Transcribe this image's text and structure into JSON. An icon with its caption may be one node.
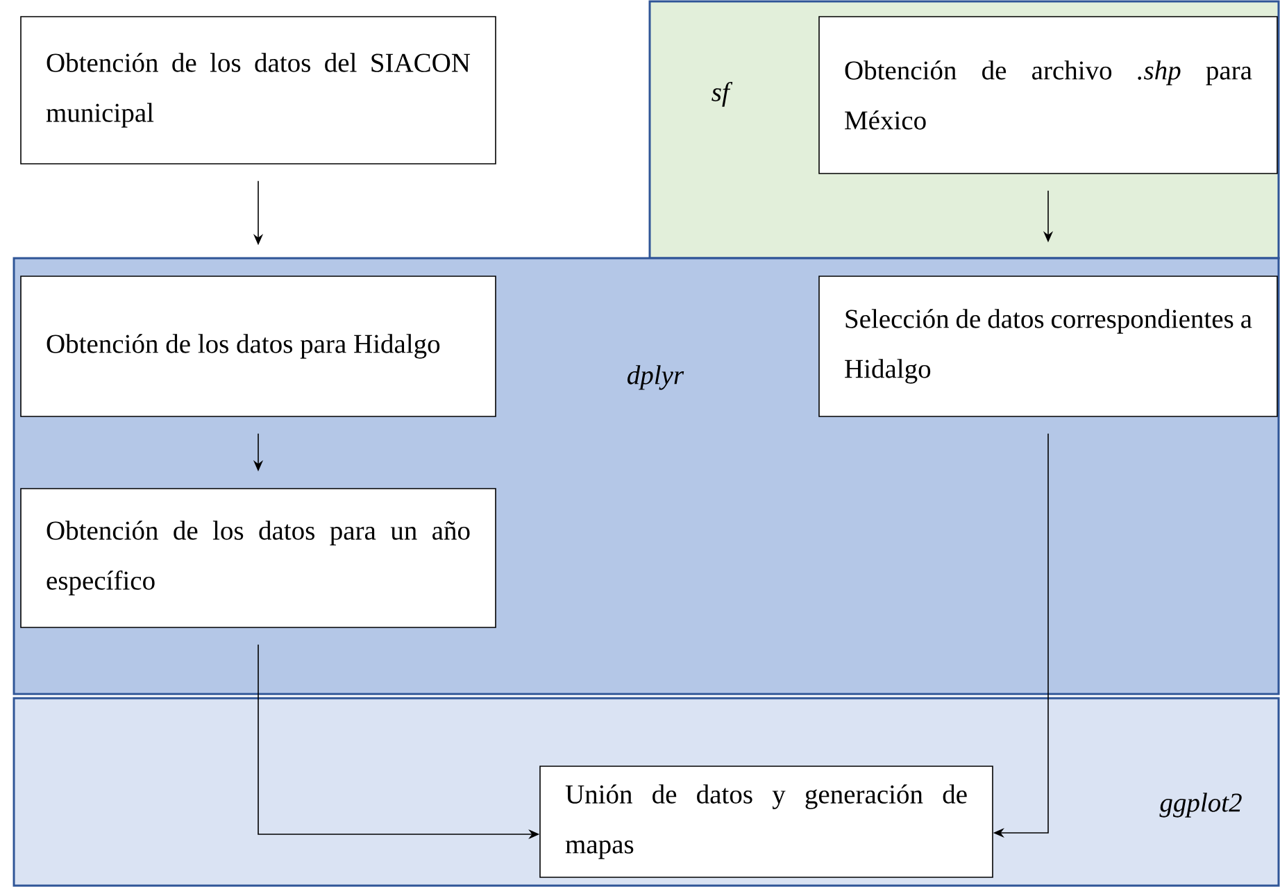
{
  "diagram": {
    "nodes": [
      {
        "text": [
          "Obtención de los datos del SIACON municipal"
        ]
      },
      {
        "text": [
          "*sf*"
        ]
      },
      {
        "text": [
          "Obtención de archivo *.shp* para México"
        ],
        "in": 1
      },
      {
        "text": [
          "*dplyr*"
        ]
      },
      {
        "text": [
          "Obtención de los datos para Hidalgo"
        ],
        "in": 3
      },
      {
        "text": [
          "Selección de datos correspondientes a Hidalgo"
        ],
        "in": 3
      },
      {
        "text": [
          "Obtención de los datos para un año específico"
        ],
        "in": 3
      },
      {
        "text": [
          "*ggplot2*"
        ]
      },
      {
        "text": [
          "Unión de datos y generación de mapas"
        ],
        "in": 7
      }
    ],
    "edges": [
      {
        "from": 0,
        "to": 4,
        "arrow": "to"
      },
      {
        "from": 2,
        "to": 5,
        "arrow": "to"
      },
      {
        "from": 4,
        "to": 6,
        "arrow": "to"
      },
      {
        "from": 6,
        "to": 8,
        "arrow": "to"
      },
      {
        "from": 5,
        "to": 8,
        "arrow": "to"
      }
    ]
  }
}
